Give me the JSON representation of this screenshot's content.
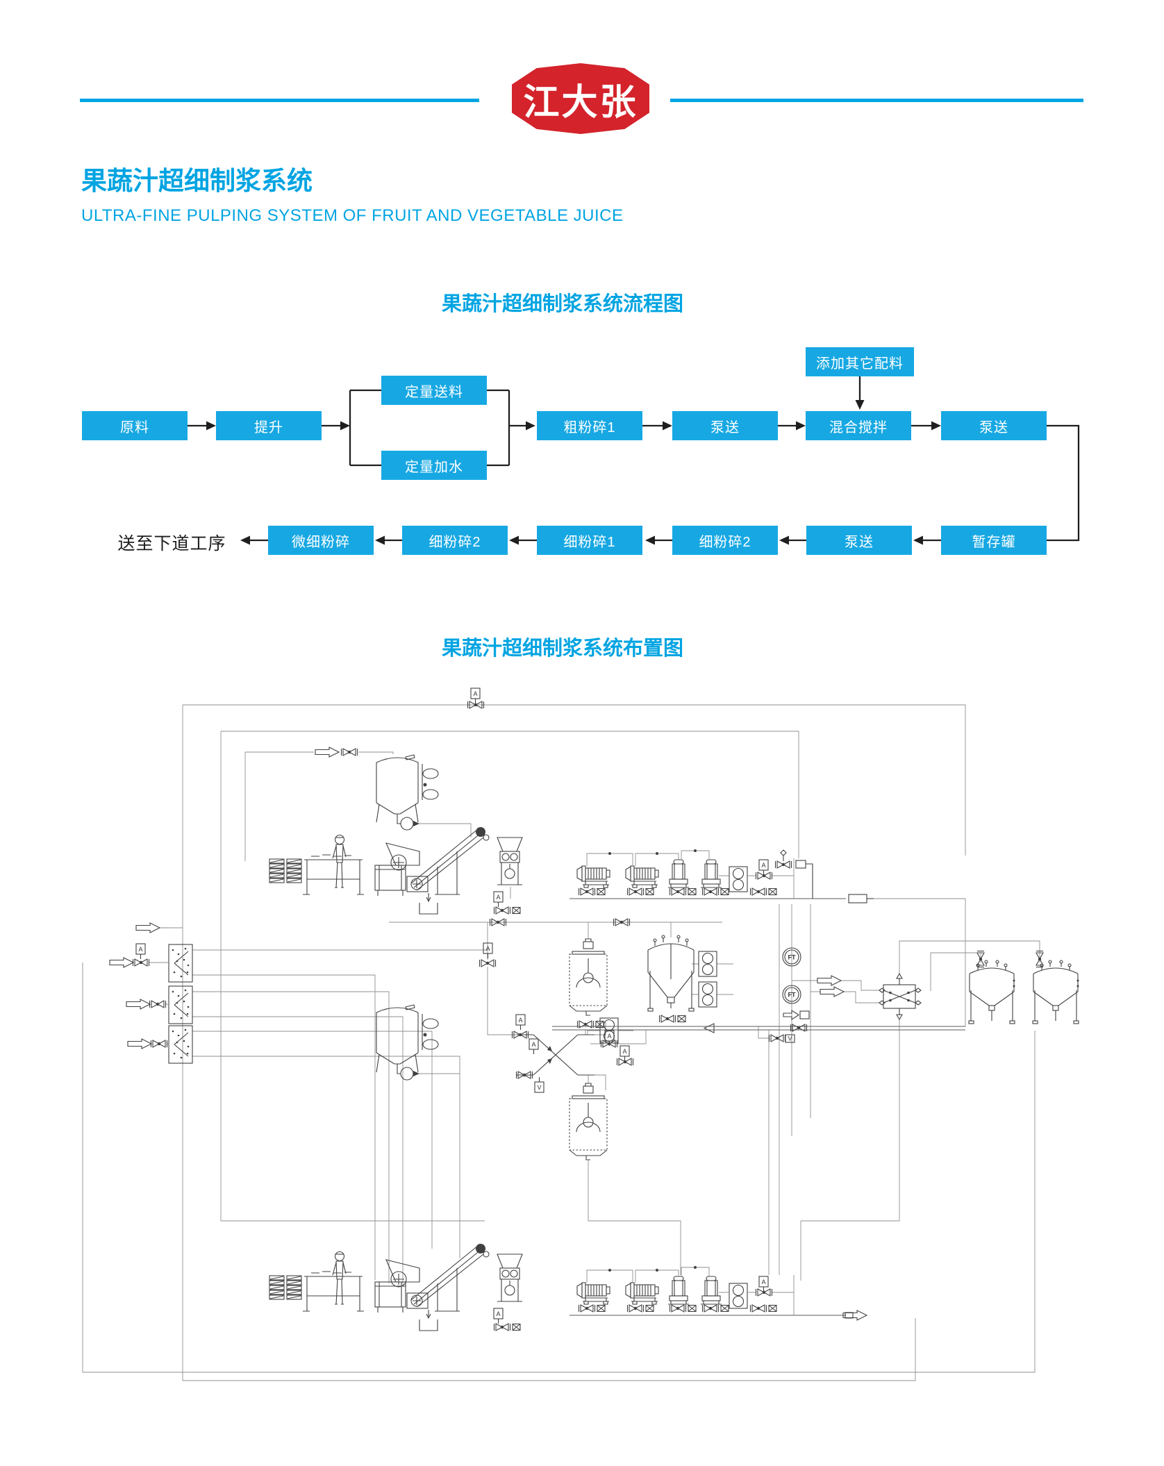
{
  "brand": {
    "logo_text": "江大张"
  },
  "colors": {
    "accent": "#00a4e2",
    "box_blue": "#17a8e3",
    "logo_red": "#d4232b"
  },
  "page": {
    "title_cn": "果蔬汁超细制浆系统",
    "title_en": "ULTRA-FINE PULPING SYSTEM OF FRUIT AND VEGETABLE JUICE"
  },
  "flowchart": {
    "title": "果蔬汁超细制浆系统流程图",
    "row1": [
      "原料",
      "提升",
      "粗粉碎1",
      "泵送",
      "混合搅拌",
      "泵送"
    ],
    "branch": [
      "定量送料",
      "定量加水"
    ],
    "additive_box": "添加其它配料",
    "row2": [
      "微细粉碎",
      "细粉碎2",
      "细粉碎1",
      "细粉碎2",
      "泵送",
      "暂存罐"
    ],
    "output_label": "送至下道工序"
  },
  "layout_diagram": {
    "title": "果蔬汁超细制浆系统布置图",
    "flags": {
      "a": "A",
      "v": "V",
      "ft": "FT"
    }
  }
}
